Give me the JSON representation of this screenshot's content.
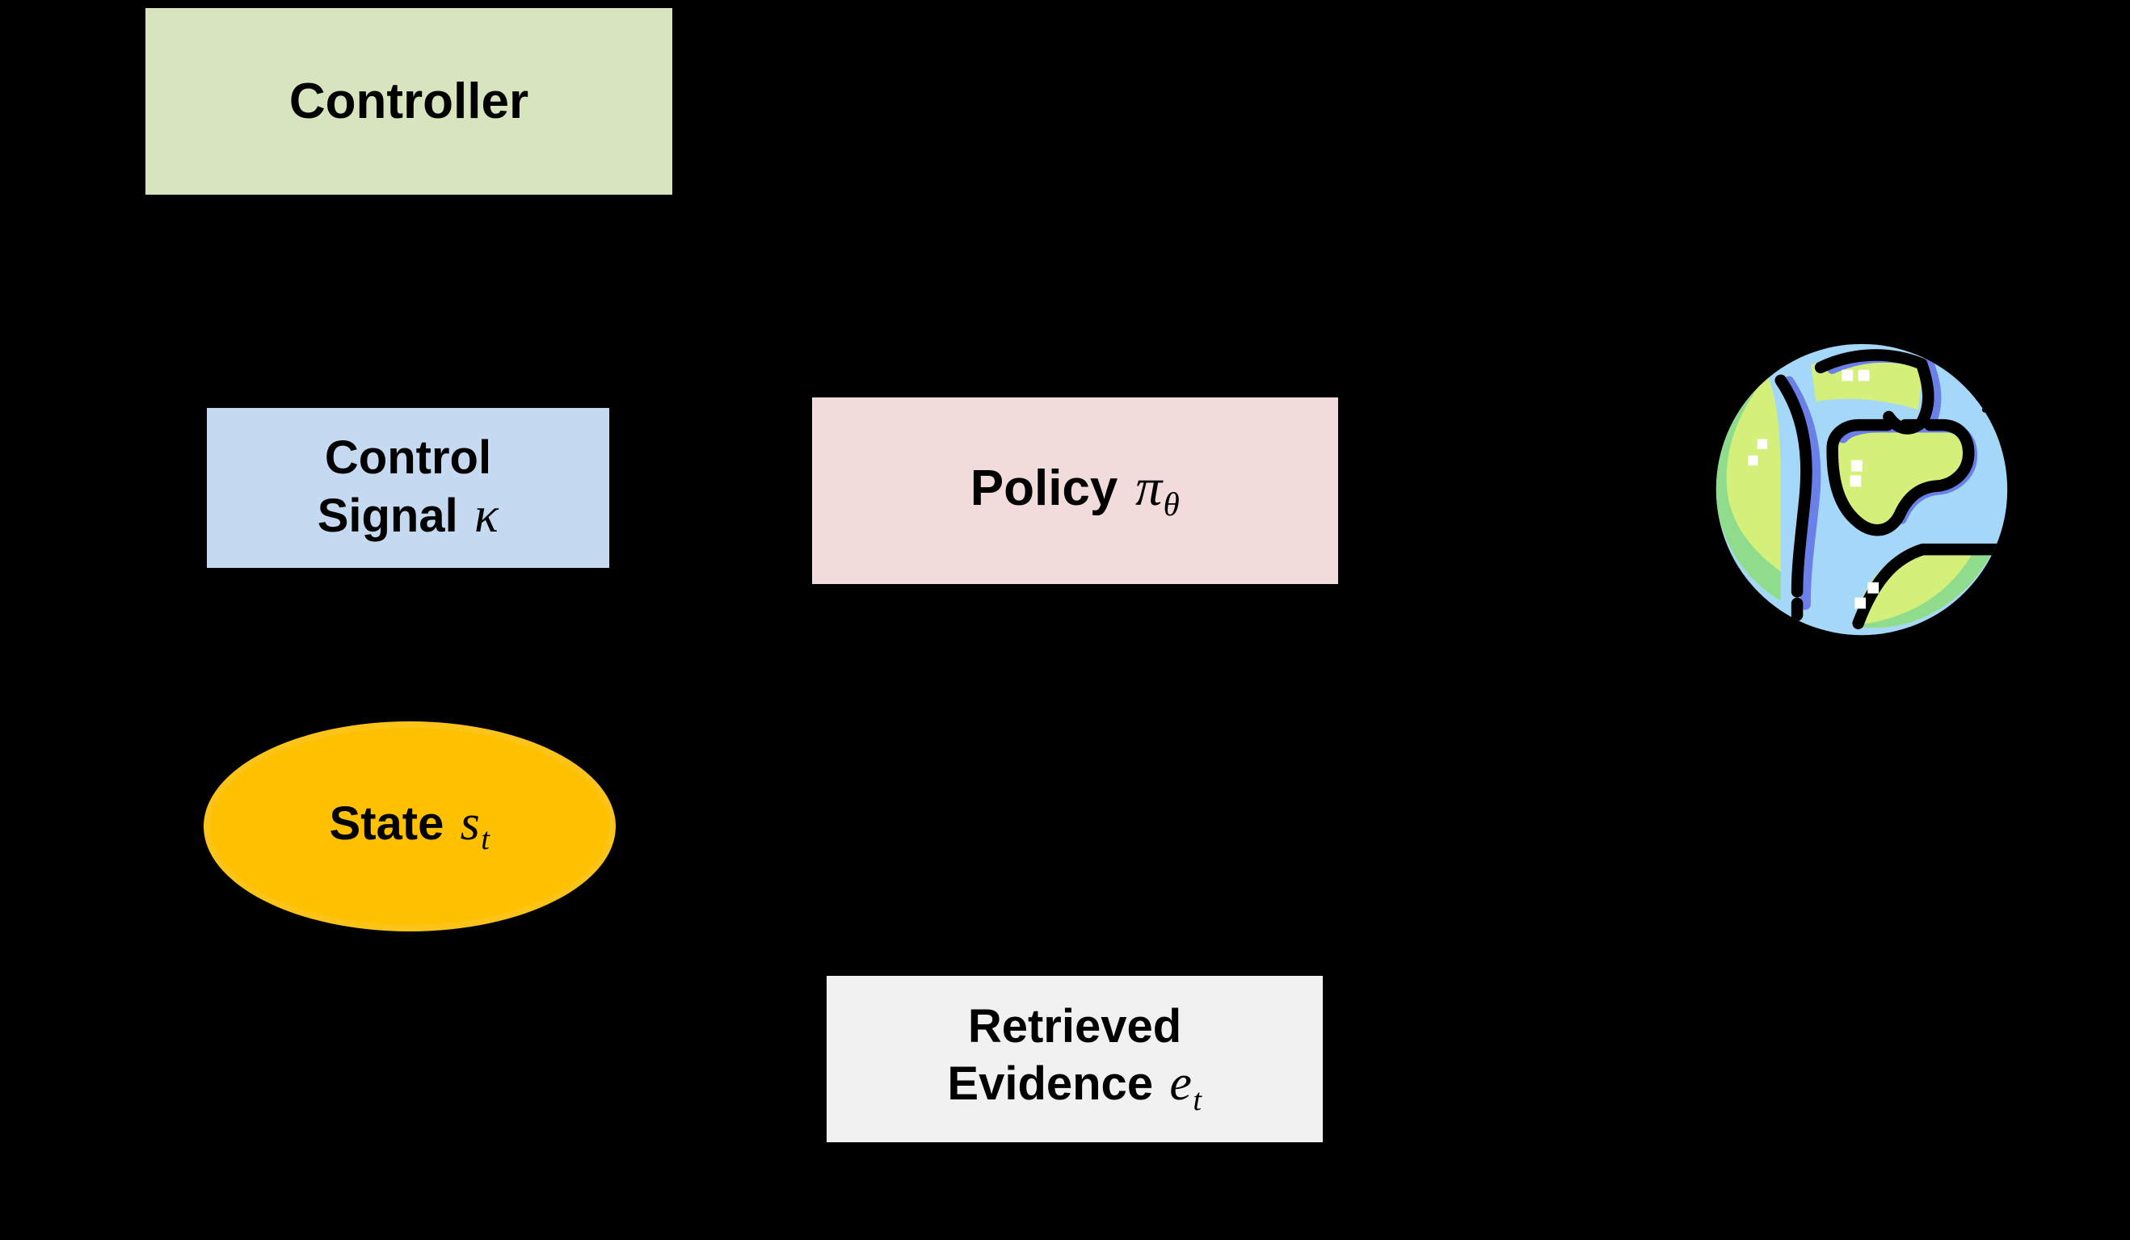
{
  "diagram": {
    "background_color": "#000000",
    "nodes": [
      {
        "id": "controller",
        "label": "Controller",
        "symbol": "",
        "symbol_sub": "",
        "shape": "rectangle",
        "fill_color": "#d7e4bd"
      },
      {
        "id": "control-signal",
        "label_line1": "Control",
        "label_line2": "Signal",
        "symbol": "κ",
        "symbol_sub": "",
        "shape": "rectangle",
        "fill_color": "#c5d9f1"
      },
      {
        "id": "policy",
        "label": "Policy",
        "symbol": "π",
        "symbol_sub": "θ",
        "shape": "rectangle",
        "fill_color": "#f2dcdb"
      },
      {
        "id": "state",
        "label": "State",
        "symbol": "s",
        "symbol_sub": "t",
        "shape": "ellipse",
        "fill_color": "#ffc000",
        "stroke_color": "#fcc419"
      },
      {
        "id": "retrieved-evidence",
        "label_line1": "Retrieved",
        "label_line2": "Evidence",
        "symbol": "e",
        "symbol_sub": "t",
        "shape": "rectangle",
        "fill_color": "#f1f1f1"
      }
    ],
    "icons": [
      {
        "id": "globe",
        "name": "globe-icon",
        "ocean_color": "#a5d8f8",
        "land_color": "#d4f07a",
        "land_shadow_color": "#8fdc8c",
        "ring_color": "#6b7fe8",
        "outline_color": "#000000",
        "highlight_color": "#ffffff"
      }
    ]
  }
}
